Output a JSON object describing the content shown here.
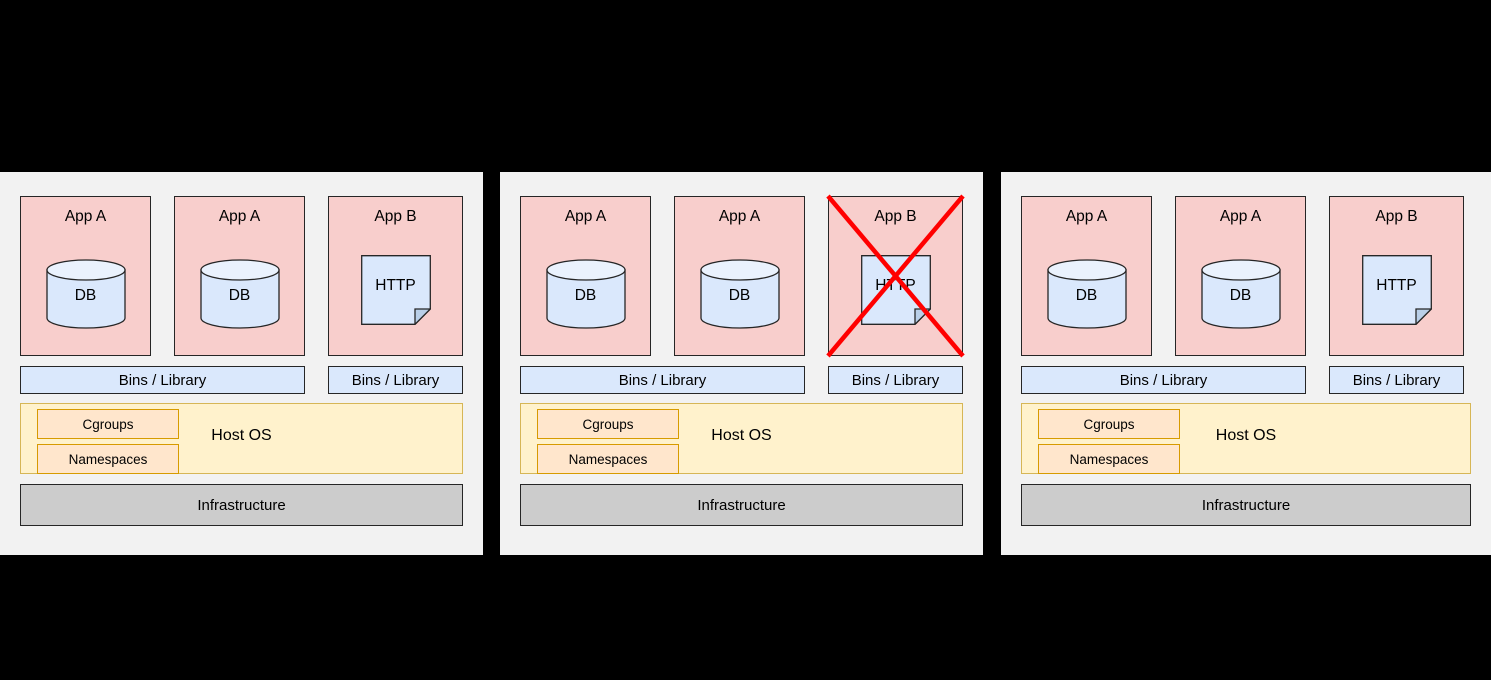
{
  "diagram": {
    "title": "Container architecture stacks",
    "background_color": "#000000",
    "panel_background": "#f2f2f2",
    "colors": {
      "app_fill": "#f8cecc",
      "bins_fill": "#dae8fc",
      "hostos_fill": "#fff2cc",
      "hostos_stroke": "#d6b656",
      "kernel_feature_fill": "#ffe6cc",
      "kernel_feature_stroke": "#d79b00",
      "infrastructure_fill": "#cccccc",
      "stroke": "#262626",
      "cross_color": "#ff0000",
      "db_fill": "#dae8fc",
      "http_fill": "#dae8fc"
    },
    "panels": [
      {
        "id": "panel-1",
        "apps": [
          {
            "id": "app-a-1",
            "label": "App A",
            "icon": "db-cylinder-icon",
            "icon_label": "DB",
            "crossed_out": false
          },
          {
            "id": "app-a-2",
            "label": "App A",
            "icon": "db-cylinder-icon",
            "icon_label": "DB",
            "crossed_out": false
          },
          {
            "id": "app-b-1",
            "label": "App B",
            "icon": "http-document-icon",
            "icon_label": "HTTP",
            "crossed_out": false
          }
        ],
        "bins": [
          {
            "id": "bins-wide",
            "label": "Bins / Library"
          },
          {
            "id": "bins-narrow",
            "label": "Bins / Library"
          }
        ],
        "host_os": {
          "label": "Host OS",
          "features": [
            {
              "id": "cgroups",
              "label": "Cgroups"
            },
            {
              "id": "namespaces",
              "label": "Namespaces"
            }
          ]
        },
        "infrastructure": {
          "label": "Infrastructure"
        }
      },
      {
        "id": "panel-2",
        "apps": [
          {
            "id": "app-a-1",
            "label": "App A",
            "icon": "db-cylinder-icon",
            "icon_label": "DB",
            "crossed_out": false
          },
          {
            "id": "app-a-2",
            "label": "App A",
            "icon": "db-cylinder-icon",
            "icon_label": "DB",
            "crossed_out": false
          },
          {
            "id": "app-b-1",
            "label": "App B",
            "icon": "http-document-icon",
            "icon_label": "HTTP",
            "crossed_out": true
          }
        ],
        "bins": [
          {
            "id": "bins-wide",
            "label": "Bins / Library"
          },
          {
            "id": "bins-narrow",
            "label": "Bins / Library"
          }
        ],
        "host_os": {
          "label": "Host OS",
          "features": [
            {
              "id": "cgroups",
              "label": "Cgroups"
            },
            {
              "id": "namespaces",
              "label": "Namespaces"
            }
          ]
        },
        "infrastructure": {
          "label": "Infrastructure"
        }
      },
      {
        "id": "panel-3",
        "apps": [
          {
            "id": "app-a-1",
            "label": "App A",
            "icon": "db-cylinder-icon",
            "icon_label": "DB",
            "crossed_out": false
          },
          {
            "id": "app-a-2",
            "label": "App A",
            "icon": "db-cylinder-icon",
            "icon_label": "DB",
            "crossed_out": false
          },
          {
            "id": "app-b-1",
            "label": "App B",
            "icon": "http-document-icon",
            "icon_label": "HTTP",
            "crossed_out": false
          }
        ],
        "bins": [
          {
            "id": "bins-wide",
            "label": "Bins / Library"
          },
          {
            "id": "bins-narrow",
            "label": "Bins / Library"
          }
        ],
        "host_os": {
          "label": "Host OS",
          "features": [
            {
              "id": "cgroups",
              "label": "Cgroups"
            },
            {
              "id": "namespaces",
              "label": "Namespaces"
            }
          ]
        },
        "infrastructure": {
          "label": "Infrastructure"
        }
      }
    ]
  }
}
